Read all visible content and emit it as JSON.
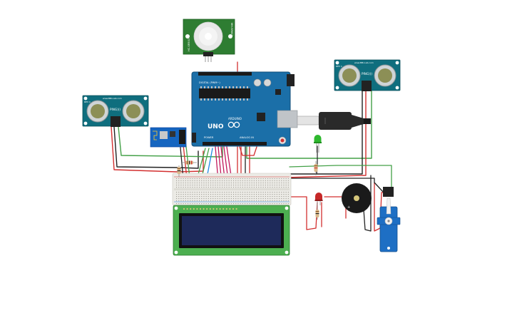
{
  "arduino": {
    "model": "UNO",
    "brand": "ARDUINO",
    "power_label": "POWER",
    "digital_label": "DIGITAL (PWM~)",
    "analog_label": "ANALOG IN"
  },
  "ultrasonic_left": {
    "model": "PING)))",
    "brand": "www.BBi-Lab.com",
    "ver": "REV C"
  },
  "ultrasonic_right": {
    "model": "PING)))",
    "brand": "www.BBi-Lab.com",
    "ver": "REV C"
  },
  "pir": {
    "side_left": "HC-SR501",
    "side_right": "MH-SR602"
  },
  "colors": {
    "wire_red": "#d32f2f",
    "wire_black": "#222222",
    "wire_green": "#43a047",
    "wire_magenta": "#c2185b",
    "wire_blue": "#1e88e5",
    "board_blue": "#1b6fa8",
    "lcd_green": "#4caf50",
    "lcd_screen": "#1e2a5a",
    "pir_green": "#2e7d32",
    "sensor_teal": "#0f6e7e"
  },
  "components": [
    "arduino-uno",
    "ultrasonic-sensor",
    "ultrasonic-sensor",
    "pir-sensor",
    "esp8266-wifi",
    "lcd-16x2",
    "breadboard",
    "green-led",
    "red-led",
    "piezo-buzzer",
    "servo-motor",
    "usb-cable",
    "resistor"
  ]
}
